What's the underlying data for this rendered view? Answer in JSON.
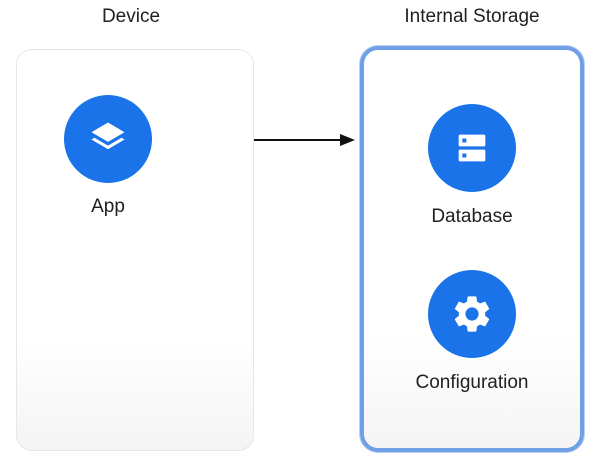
{
  "device": {
    "title": "Device",
    "app": {
      "label": "App",
      "icon": "layers-icon"
    }
  },
  "storage": {
    "title": "Internal Storage",
    "database": {
      "label": "Database",
      "icon": "database-icon"
    },
    "configuration": {
      "label": "Configuration",
      "icon": "gear-icon"
    }
  },
  "colors": {
    "accent": "#1a73e8",
    "storage_border": "#6f9fe4",
    "panel_border": "#e6e6e8",
    "text": "#202124"
  }
}
